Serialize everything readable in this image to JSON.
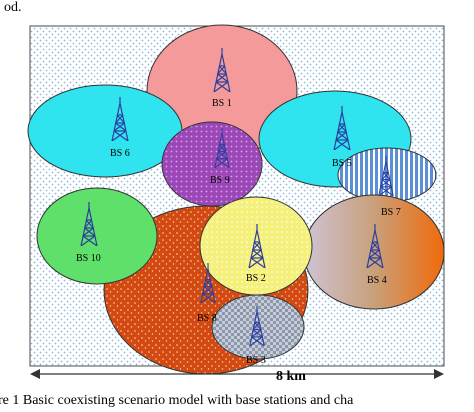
{
  "header_text": "od.",
  "caption": "re 1    Basic coexisting scenario model with base stations and cha",
  "distance_label": "8 km",
  "stations": [
    {
      "id": "bs1",
      "label": "BS 1",
      "fill": "#f49a9a"
    },
    {
      "id": "bs6",
      "label": "BS 6",
      "fill": "#2fe3ef"
    },
    {
      "id": "bs9",
      "label": "BS 9",
      "fill": "#9b47b8"
    },
    {
      "id": "bs5",
      "label": "BS 5",
      "fill": "#2fe3ef"
    },
    {
      "id": "bs7",
      "label": "BS 7",
      "fill": "#5b8fd6"
    },
    {
      "id": "bs10",
      "label": "BS 10",
      "fill": "#5ee06a"
    },
    {
      "id": "bs8",
      "label": "BS 8",
      "fill": "#d24a12"
    },
    {
      "id": "bs2",
      "label": "BS 2",
      "fill": "#f5f07a"
    },
    {
      "id": "bs4",
      "label": "BS 4",
      "fill": "#e87a2c"
    },
    {
      "id": "bs3",
      "label": "BS 3",
      "fill": "#c6ccd8"
    }
  ],
  "colors": {
    "background_dots": "#8fb8d8",
    "border": "#4a4a4a",
    "tower": "#2c3e9e"
  }
}
